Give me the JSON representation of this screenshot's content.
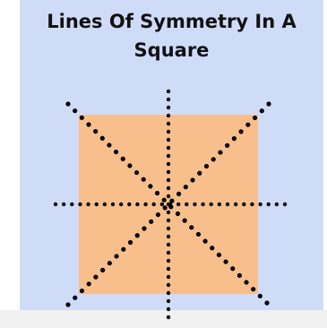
{
  "title": {
    "line1": "Lines Of Symmetry In A",
    "line2": "Square"
  },
  "colors": {
    "background_card": "#cfdcf8",
    "square_fill": "#f8bf8c",
    "dot": "#000000",
    "text": "#111111"
  },
  "diagram": {
    "shape": "square",
    "symmetry_lines": [
      {
        "name": "vertical"
      },
      {
        "name": "horizontal"
      },
      {
        "name": "diagonal-down"
      },
      {
        "name": "diagonal-up"
      }
    ]
  }
}
